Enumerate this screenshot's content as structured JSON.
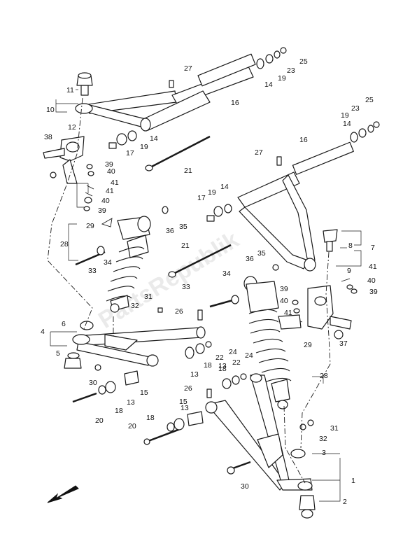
{
  "watermark": "PartsRepublik",
  "callouts": {
    "c1": "1",
    "c2": "2",
    "c3": "3",
    "c4": "4",
    "c5": "5",
    "c6": "6",
    "c7": "7",
    "c8": "8",
    "c9": "9",
    "c10": "10",
    "c11": "11",
    "c12": "12",
    "c13a": "13",
    "c13b": "13",
    "c13c": "13",
    "c13d": "13",
    "c14a": "14",
    "c14b": "14",
    "c14c": "14",
    "c14d": "14",
    "c15a": "15",
    "c15b": "15",
    "c16a": "16",
    "c16b": "16",
    "c17a": "17",
    "c17b": "17",
    "c18a": "18",
    "c18b": "18",
    "c18c": "18",
    "c18d": "18",
    "c19a": "19",
    "c19b": "19",
    "c19c": "19",
    "c19d": "19",
    "c20a": "20",
    "c20b": "20",
    "c21a": "21",
    "c21b": "21",
    "c22a": "22",
    "c22b": "22",
    "c23a": "23",
    "c23b": "23",
    "c24a": "24",
    "c24b": "24",
    "c25a": "25",
    "c25b": "25",
    "c26a": "26",
    "c26b": "26",
    "c27a": "27",
    "c27b": "27",
    "c28a": "28",
    "c28b": "28",
    "c29a": "29",
    "c29b": "29",
    "c30a": "30",
    "c30b": "30",
    "c31a": "31",
    "c31b": "31",
    "c32a": "32",
    "c32b": "32",
    "c33a": "33",
    "c33b": "33",
    "c34a": "34",
    "c34b": "34",
    "c35a": "35",
    "c35b": "35",
    "c36a": "36",
    "c36b": "36",
    "c37": "37",
    "c38": "38",
    "c39a": "39",
    "c39b": "39",
    "c39c": "39",
    "c39d": "39",
    "c40a": "40",
    "c40b": "40",
    "c40c": "40",
    "c40d": "40",
    "c41a": "41",
    "c41b": "41",
    "c41c": "41",
    "c41d": "41"
  }
}
